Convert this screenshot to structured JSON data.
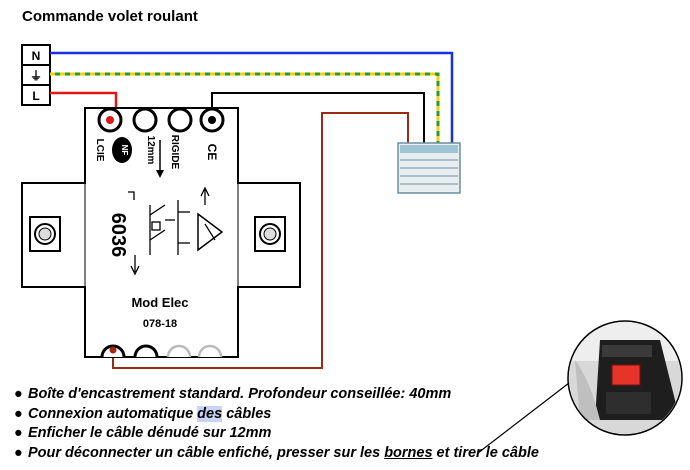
{
  "title": "Commande volet roulant",
  "terminals": {
    "neutral": "N",
    "earth": "⏚",
    "live": "L"
  },
  "device": {
    "brand_top": "LCIE",
    "rigid": "RIGIDE",
    "strip_length": "12mm",
    "ce_mark": "CE",
    "model_number": "6036",
    "maker": "Mod Elec",
    "code": "078-18",
    "nf_mark": "NF"
  },
  "notes": [
    {
      "before": "Boîte d'encastrement standard. Profondeur conseillée: 40mm",
      "mid": "",
      "after": ""
    },
    {
      "before": "Connexion automatique ",
      "mid": "des",
      "after": " câbles"
    },
    {
      "before": "Enficher le câble dénudé sur 12mm",
      "mid": "",
      "after": ""
    },
    {
      "before": "Pour déconnecter un câble enfiché, presser sur les ",
      "mid": "bornes",
      "after": " et tirer le câble"
    }
  ],
  "colors": {
    "neutral_wire": "#1a2fe0",
    "earth_wire_green": "#2b9a2b",
    "earth_wire_yellow": "#e8d21a",
    "live_wire": "#e01818",
    "traveler_wire": "#9a2a12",
    "control_wire": "#000000",
    "push_tab": "#e8332a"
  }
}
